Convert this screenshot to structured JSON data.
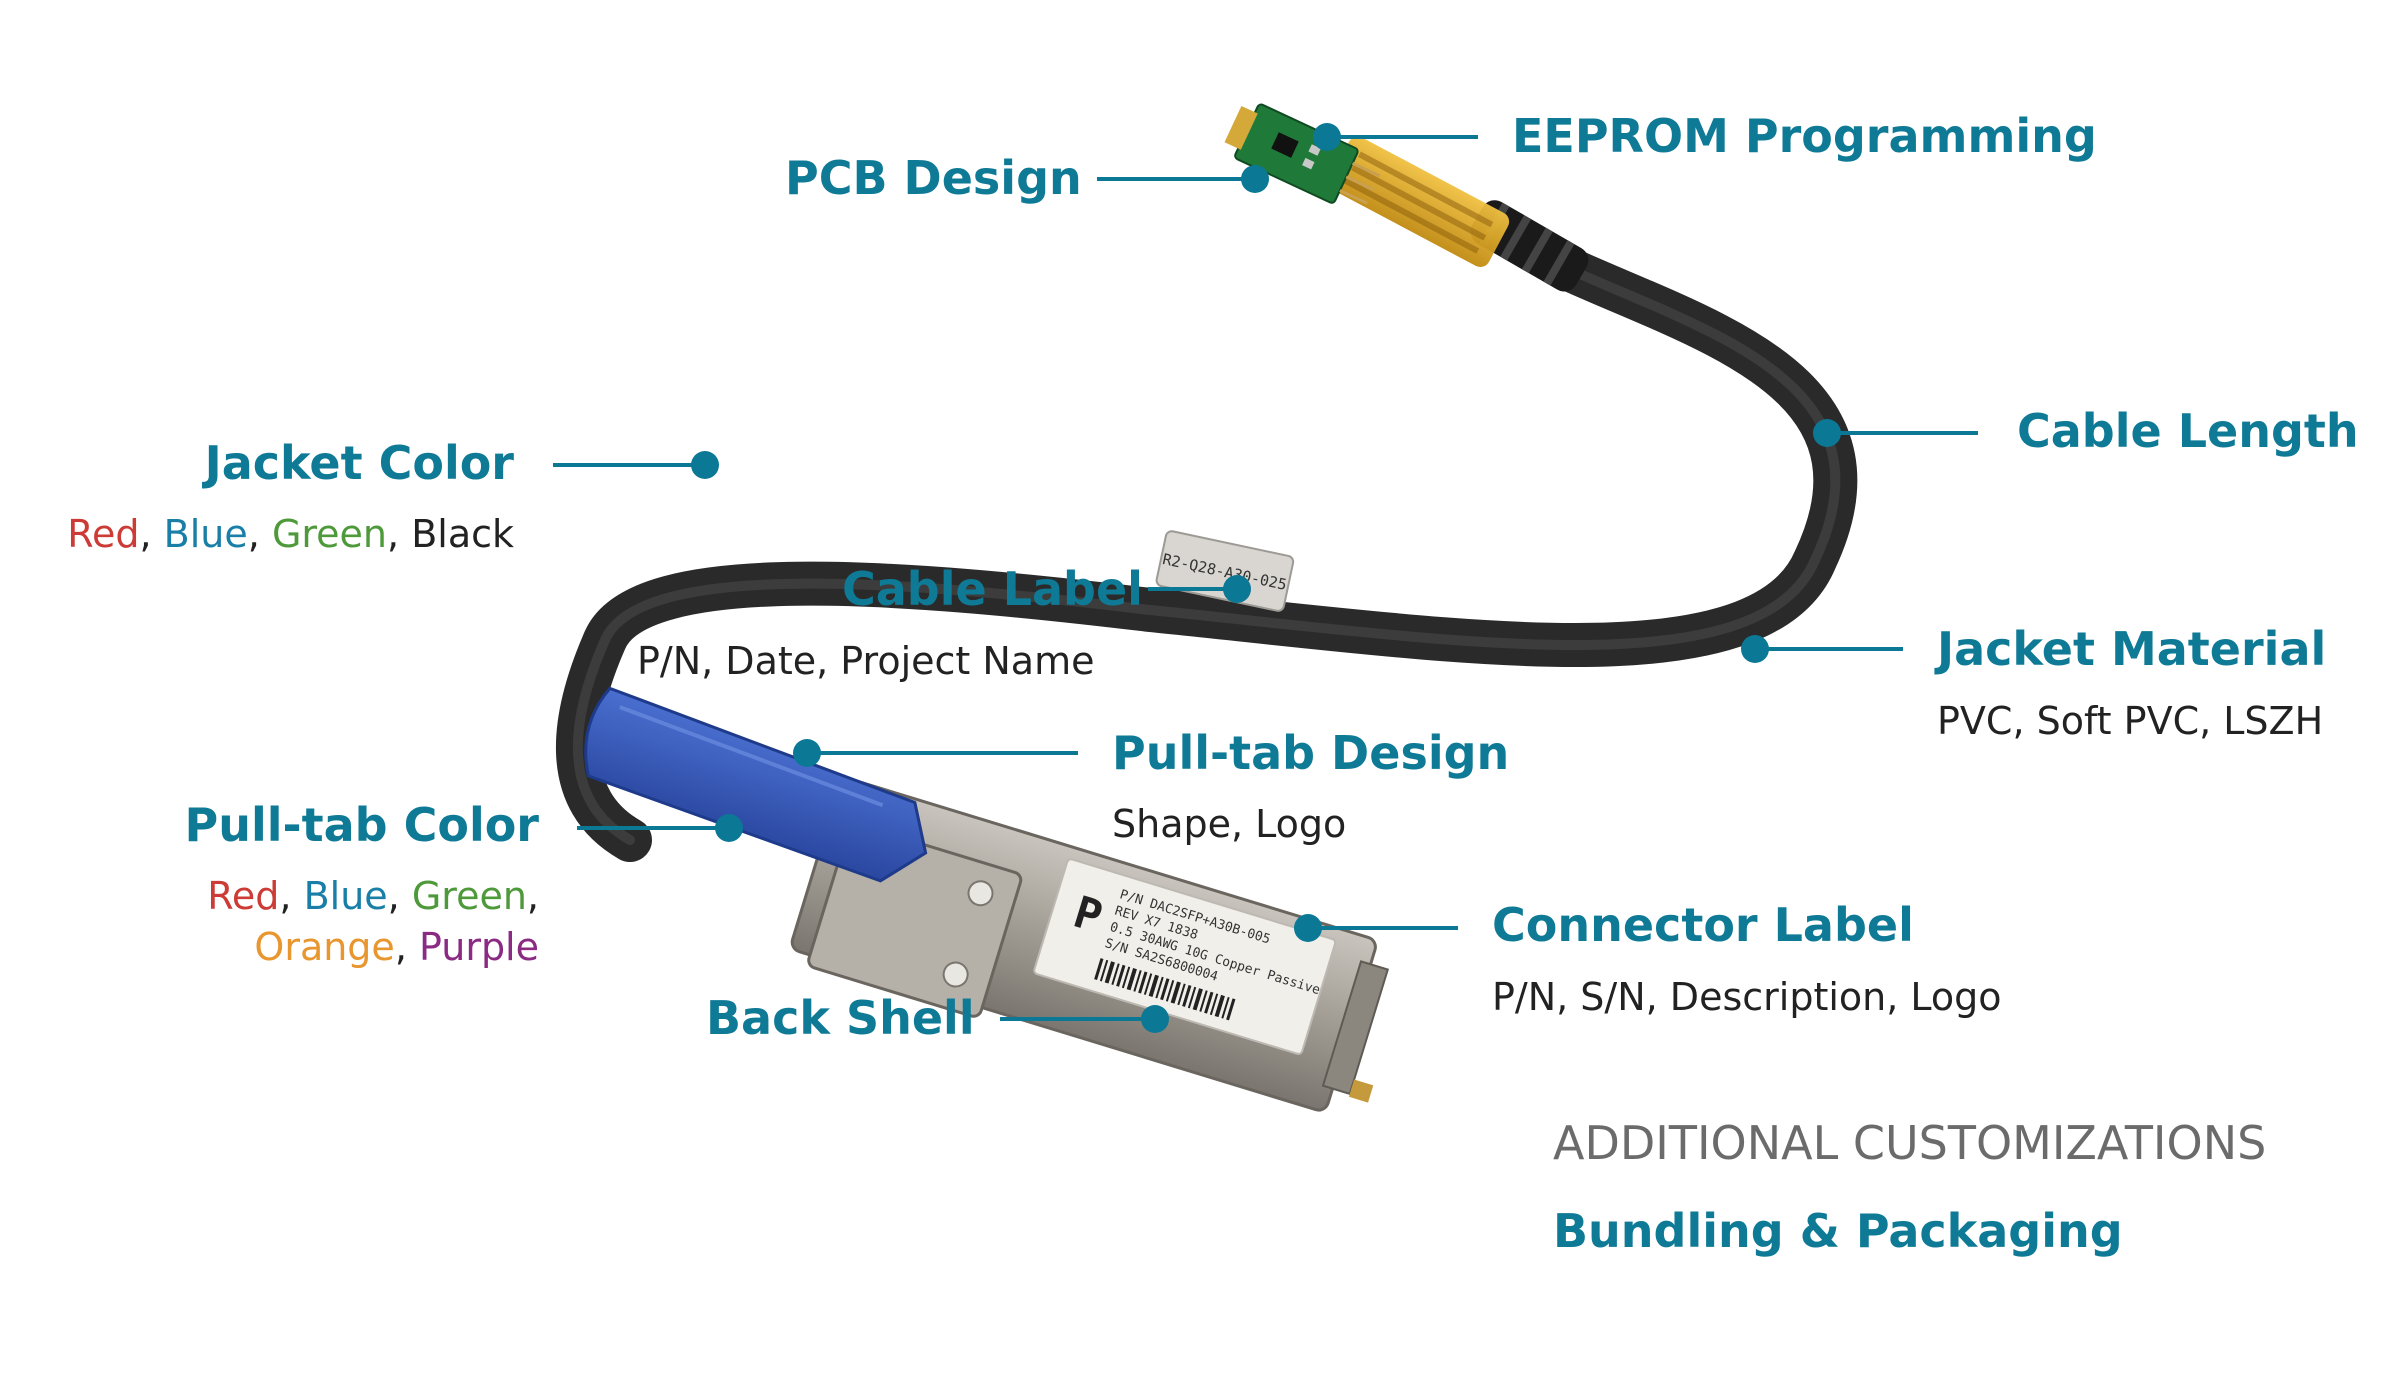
{
  "callouts": {
    "eeprom": {
      "title": "EEPROM Programming"
    },
    "pcb": {
      "title": "PCB Design"
    },
    "cable_length": {
      "title": "Cable Length"
    },
    "jacket_color": {
      "title": "Jacket Color",
      "options": [
        {
          "text": "Red",
          "color": "#cc3b36"
        },
        {
          "text": "Blue",
          "color": "#1a7fa6"
        },
        {
          "text": "Green",
          "color": "#4e9a3b"
        },
        {
          "text": "Black",
          "color": "#222222"
        }
      ]
    },
    "cable_label": {
      "title": "Cable Label",
      "detail": "P/N, Date, Project Name"
    },
    "jacket_material": {
      "title": "Jacket Material",
      "detail": "PVC, Soft PVC, LSZH"
    },
    "pulltab_design": {
      "title": "Pull-tab Design",
      "detail": "Shape, Logo"
    },
    "pulltab_color": {
      "title": "Pull-tab Color",
      "options": [
        {
          "text": "Red",
          "color": "#cc3b36"
        },
        {
          "text": "Blue",
          "color": "#1a7fa6"
        },
        {
          "text": "Green",
          "color": "#4e9a3b"
        },
        {
          "text": "Orange",
          "color": "#e8962f"
        },
        {
          "text": "Purple",
          "color": "#8a2a83"
        }
      ]
    },
    "connector_label": {
      "title": "Connector Label",
      "detail": "P/N, S/N, Description, Logo"
    },
    "back_shell": {
      "title": "Back Shell"
    }
  },
  "additional": {
    "heading": "ADDITIONAL CUSTOMIZATIONS",
    "item": "Bundling & Packaging"
  },
  "product_markings": {
    "cable_sleeve": "R2-Q28-A30-025",
    "connector_line1": "P/N DAC2SFP+A30B-005",
    "connector_line2": "REV X7  1838",
    "connector_line3": "0.5  30AWG 10G Copper Passive",
    "connector_line4": "S/N SA2S6800004"
  },
  "colors": {
    "accent": "#0e7a96",
    "dot": "#0b7896",
    "cable": "#2a2a2a",
    "pull_tab": "#3457b8",
    "boot": "#e0a81c",
    "pcb": "#1f7a3a",
    "shell": "#a9a49b"
  }
}
